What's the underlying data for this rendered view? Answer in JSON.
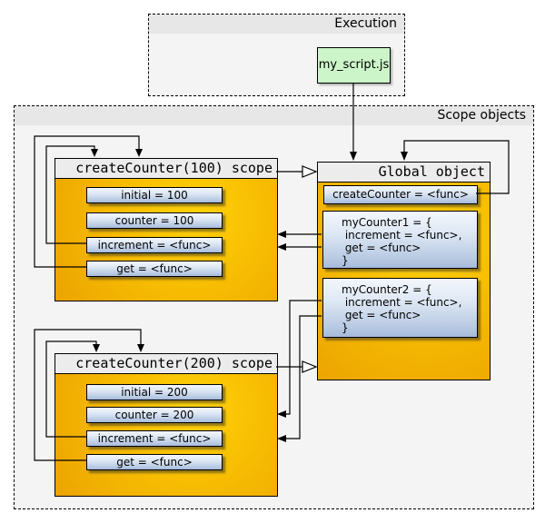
{
  "execution_panel": {
    "title": "Execution",
    "script_node": "my_script.js"
  },
  "scope_panel": {
    "title": "Scope objects"
  },
  "global_object": {
    "title": "Global object",
    "create_counter_field": "createCounter = <func>",
    "my_counter1": [
      "myCounter1 = {",
      " increment = <func>,",
      " get = <func>",
      "}"
    ],
    "my_counter2": [
      "myCounter2 = {",
      " increment = <func>,",
      " get = <func>",
      "}"
    ]
  },
  "scope100": {
    "title": "createCounter(100) scope",
    "fields": [
      "initial = 100",
      "counter = 100",
      "increment = <func>",
      "get = <func>"
    ]
  },
  "scope200": {
    "title": "createCounter(200) scope",
    "fields": [
      "initial = 200",
      "counter = 200",
      "increment = <func>",
      "get = <func>"
    ]
  },
  "colors": {
    "gold": "#eca401",
    "gold_bright": "#ffd20a",
    "header_gray": "#ececec",
    "panel_bg": "#f4f4f4",
    "panel_band": "#e7e7e7",
    "script_green": "#ccf5c9",
    "line": "#000000"
  }
}
